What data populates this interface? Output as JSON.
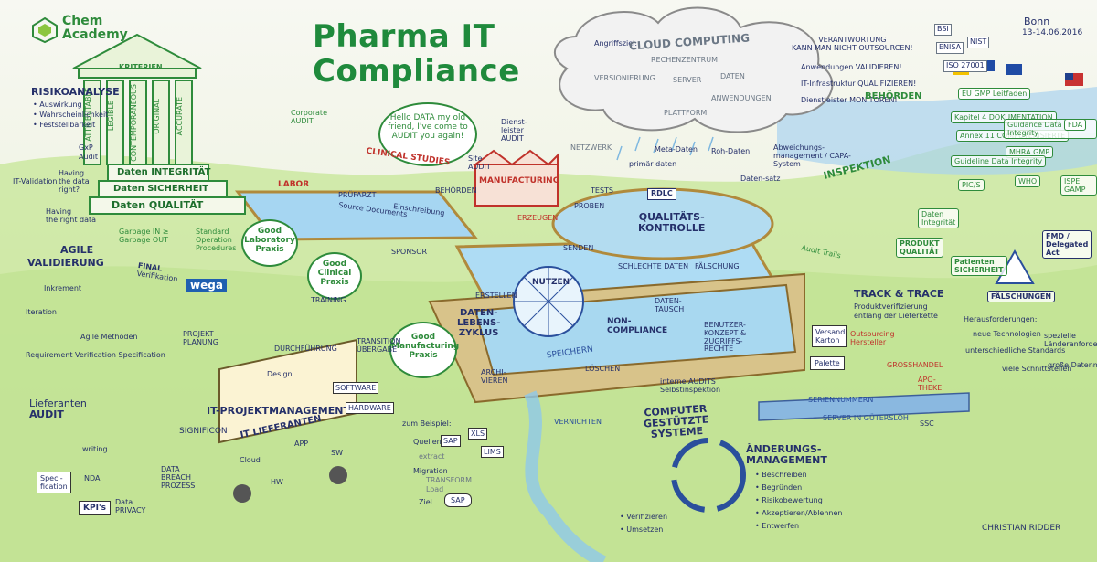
{
  "header": {
    "logo_line1": "Chem",
    "logo_line2": "Academy",
    "title_line1": "Pharma IT",
    "title_line2": "Compliance",
    "location": "Bonn",
    "dates": "13-14.06.2016",
    "artist": "CHRISTIAN RIDDER"
  },
  "temple": {
    "roof_label": "KRITERIEN",
    "pillars": [
      "ATTRIBUTABLE",
      "LEGIBLE",
      "CONTEMPORANEOUS",
      "ORIGINAL",
      "ACCURATE"
    ],
    "steps": [
      "Daten INTEGRITÄT",
      "Daten SICHERHEIT",
      "Daten QUALITÄT"
    ]
  },
  "risk": {
    "title": "RISIKOANALYSE",
    "items": [
      "• Auswirkung",
      "• Wahrscheinlichkeit",
      "• Feststellbarkeit"
    ],
    "gxp": "GxP",
    "audit": "Audit",
    "it_validation": "IT-Validation",
    "having_line1": "Having",
    "having_line2": "the data",
    "having_line3": "right?",
    "having2_line1": "Having",
    "having2_line2": "the right data",
    "garbage_line1": "Garbage IN ≥",
    "garbage_line2": "Garbage OUT"
  },
  "agile": {
    "title_line1": "AGILE",
    "title_line2": "VALIDIERUNG",
    "final_line1": "FINAL",
    "final_line2": "Verifikation",
    "increment": "Inkrement",
    "iter": "Iteration",
    "sub_a": "Agile Methoden",
    "bottom": "Requirement   Verification   Specification",
    "wega": "wega"
  },
  "middle": {
    "corporate_line1": "Corporate",
    "corporate_line2": "AUDIT",
    "hello_bubble": "Hello DATA my old friend, I've come to AUDIT you again!",
    "labor": "LABOR",
    "clinical": "CLINICAL STUDIES",
    "prufarzt": "PRÜFARZT",
    "source": "Source Documents",
    "erhebung": "Einschreibung",
    "behoerden": "BEHÖRDEN",
    "sponsor": "SPONSOR",
    "sop_line1": "Standard",
    "sop_line2": "Operation",
    "sop_line3": "Procedures",
    "glp_line1": "Good",
    "glp_line2": "Laboratory",
    "glp_line3": "Praxis",
    "gcp_line1": "Good",
    "gcp_line2": "Clinical",
    "gcp_line3": "Praxis",
    "gmp_line1": "Good",
    "gmp_line2": "Manufacturing",
    "gmp_line3": "Praxis",
    "training": "TRAINING",
    "transition_line1": "TRANSITION",
    "transition_line2": "ÜBERGABE"
  },
  "manufacturing": {
    "site_audit_line1": "Site",
    "site_audit_line2": "AUDIT",
    "label": "MANUFACTURING",
    "sublabel": "ERZEUGEN",
    "dienst_line1": "Dienst-",
    "dienst_line2": "leister",
    "dienst_line3": "AUDIT",
    "netzwerk": "NETZWERK",
    "tests": "TESTS",
    "proben": "PROBEN"
  },
  "quality": {
    "title_line1": "QUALITÄTS-",
    "title_line2": "KONTROLLE",
    "meta": "Meta-Daten",
    "primar": "primär daten",
    "roh": "Roh-Daten",
    "rdlc": "RDLC",
    "deviation": "Abweichungs-management / CAPA-System",
    "daten_satz": "Daten-satz"
  },
  "cloud": {
    "angriffsziel": "Angriffsziel:",
    "title": "CLOUD COMPUTING",
    "rechenzentrum": "RECHENZENTRUM",
    "server": "SERVER",
    "daten": "DATEN",
    "anwendungen": "ANWENDUNGEN",
    "plattform": "PLATTFORM",
    "version": "VERSIONIERUNG",
    "resp_title_line1": "VERANTWORTUNG",
    "resp_title_line2": "KANN MAN NICHT OUTSOURCEN!",
    "resp_items": [
      "Anwendungen VALIDIEREN!",
      "IT-Infrastruktur QUALIFIZIEREN!",
      "Dienstleister MONITOREN!"
    ],
    "badges": [
      "BSI",
      "ENISA",
      "NIST",
      "ISO 27001"
    ]
  },
  "authorities": {
    "title": "BEHÖRDEN",
    "inspektion": "INSPEKTION",
    "items": [
      "EU GMP Leitfaden",
      "Kapitel 4 DOKUMENTATION",
      "Annex 11 COMPUTERISIERTE",
      "Guidance Data Integrity",
      "MHRA GMP",
      "Guideline Data Integrity",
      "PIC/S",
      "WHO",
      "FDA",
      "ISPE GAMP"
    ],
    "audit_trails": "Audit Trails",
    "daten_integr_line1": "Daten",
    "daten_integr_line2": "Integrität",
    "produkt_line1": "PRODUKT",
    "produkt_line2": "QUALITÄT",
    "patient_line1": "Patienten",
    "patient_line2": "SICHERHEIT",
    "fmd_line1": "FMD /",
    "fmd_line2": "Delegated",
    "fmd_line3": "Act",
    "faelschung": "FÄLSCHUNGEN"
  },
  "lifecycle": {
    "title_line1": "DATEN-",
    "title_line2": "LEBENS-",
    "title_line3": "ZYKLUS",
    "erstellen": "ERSTELLEN",
    "nutzen": "NUTZEN",
    "speichern": "SPEICHERN",
    "archivieren_line1": "ARCHI-",
    "archivieren_line2": "VIEREN",
    "vernichten": "VERNICHTEN",
    "loeschen": "LÖSCHEN",
    "gesendet": "SENDEN",
    "schlechte": "SCHLECHTE DATEN",
    "falschung": "FÄLSCHUNG",
    "daten_tausch_line1": "DATEN-",
    "daten_tausch_line2": "TAUSCH",
    "non_compliance_line1": "NON-",
    "non_compliance_line2": "COMPLIANCE",
    "benutzer": "BENUTZER-KONZEPT & ZUGRIFFS-RECHTE",
    "interne": "interne AUDITS Selbstinspektion"
  },
  "computer": {
    "line1": "COMPUTER",
    "line2": "GESTÜTZTE",
    "line3": "SYSTEME"
  },
  "track": {
    "title": "TRACK & TRACE",
    "sub_line1": "Produktverifizierung",
    "sub_line2": "entlang der Lieferkette",
    "requirements_title": "Herausforderungen:",
    "req_items": [
      "neue Technologien",
      "unterschiedliche Standards",
      "viele Schnittstellen",
      "spezielle Länderanforderungen",
      "große Datenmengen"
    ],
    "seriennummern": "SERIENNUMMERN",
    "server": "SERVER IN GÜTERSLOH",
    "ssc": "SSC",
    "palette": "Palette",
    "grosshandel": "GROSSHANDEL",
    "apotheke": "APO-THEKE",
    "kartons": "Versand Karton",
    "outsourcing": "Outsourcing Hersteller"
  },
  "it_project": {
    "title": "IT-PROJEKTMANAGEMENT",
    "planung": "PROJEKT PLANUNG",
    "durchfuehrung": "DURCHFÜHRUNG",
    "design": "Design",
    "software": "SOFTWARE",
    "hardware": "HARDWARE",
    "significon": "SIGNIFICON"
  },
  "supplier": {
    "title_line1": "Lieferanten",
    "title_line2": "AUDIT",
    "spec_line1": "Speci-",
    "spec_line2": "fication",
    "nda": "NDA",
    "writing": "writing",
    "kpi": "KPI's",
    "data_privacy_line1": "Data",
    "data_privacy_line2": "PRIVACY",
    "breach_line1": "DATA",
    "breach_line2": "BREACH",
    "breach_line3": "PROZESS"
  },
  "truck": {
    "title": "IT LIEFERANTEN",
    "cloud": "Cloud",
    "app": "APP",
    "sw": "SW",
    "hw": "HW"
  },
  "example": {
    "title": "zum Beispiel:",
    "quellen": "Quellen",
    "extract": "extract",
    "migration": "Migration",
    "transform": "TRANSFORM",
    "load": "Load",
    "ziel": "Ziel",
    "sap": "SAP",
    "source_boxes": [
      "SAP",
      "XLS",
      "LIMS"
    ]
  },
  "change": {
    "title_line1": "ÄNDERUNGS-",
    "title_line2": "MANAGEMENT",
    "items": [
      "• Beschreiben",
      "• Begründen",
      "• Risikobewertung",
      "• Akzeptieren/Ablehnen",
      "• Entwerfen"
    ],
    "verify_items": [
      "• Verifizieren",
      "• Umsetzen"
    ]
  }
}
